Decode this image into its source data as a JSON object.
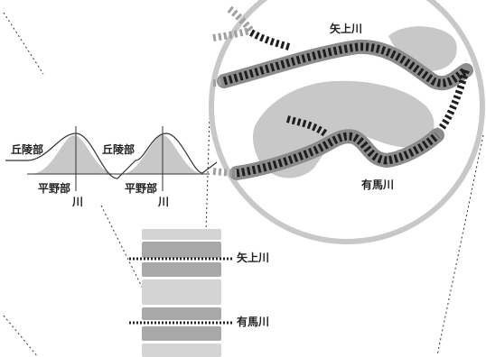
{
  "diagram": {
    "profile_labels": {
      "hill_left": "丘陵部",
      "plain_left": "平野部",
      "river_left": "川",
      "hill_right": "丘陵部",
      "plain_right": "平野部",
      "river_right": "川"
    },
    "strata_labels": {
      "upper": "矢上川",
      "lower": "有馬川"
    },
    "map_labels": {
      "top": "矢上川",
      "bottom": "有馬川"
    },
    "colors": {
      "hill_fill": "#c8c8c8",
      "river_dark": "#1e1e1e",
      "river_band": "#8c8c8c",
      "map_land": "#c8c8c8",
      "circle_stroke": "#c8c8c8",
      "strata_light": "#d0d0d0",
      "strata_dark": "#a8a8a8"
    }
  }
}
